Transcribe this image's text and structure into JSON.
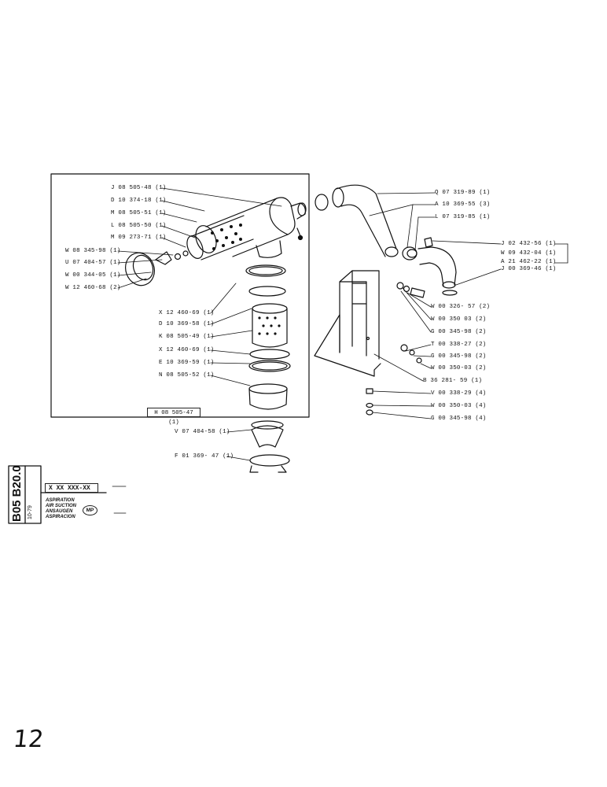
{
  "sheet": {
    "code_vertical": "B05 B20.0",
    "date_vertical": "10-79",
    "part_code": "X XX XXX-XX",
    "names": [
      "ASPIRATION",
      "AIR SUCTION",
      "ANSAUGEN",
      "ASPIRACION"
    ],
    "mp_badge": "MP",
    "page_number_handwritten": "12"
  },
  "assembly": {
    "ref": "H 08 505-47 (1)"
  },
  "labels_left": [
    {
      "id": "J08505-48",
      "text": "J 08 505-48 (1)"
    },
    {
      "id": "D10374-18",
      "text": "D 10 374-18 (1)"
    },
    {
      "id": "M08505-51",
      "text": "M 08 505-51 (1)"
    },
    {
      "id": "L08505-50",
      "text": "L 08 505-50 (1)"
    },
    {
      "id": "M09273-71",
      "text": "M 09 273-71 (1)"
    },
    {
      "id": "W08345-98",
      "text": "W 08 345-98 (1)"
    },
    {
      "id": "U07404-57",
      "text": "U 07 404-57 (1)"
    },
    {
      "id": "W00344-05",
      "text": "W 00 344-05 (1)"
    },
    {
      "id": "W12460-68",
      "text": "W 12 460-68 (2)"
    },
    {
      "id": "X12460-69a",
      "text": "X 12 460-69 (1)"
    },
    {
      "id": "D10369-58",
      "text": "D 10 369-58 (1)"
    },
    {
      "id": "K08505-49",
      "text": "K 08 505-49 (1)"
    },
    {
      "id": "X12460-69b",
      "text": "X 12 460-69 (1)"
    },
    {
      "id": "E10369-59",
      "text": "E 10 369-59 (1)"
    },
    {
      "id": "N08505-52",
      "text": "N 08 505-52 (1)"
    },
    {
      "id": "V07404-58",
      "text": "V 07 404-58 (1)"
    },
    {
      "id": "F01369-47",
      "text": "F 01 369- 47 (1)"
    }
  ],
  "labels_right": [
    {
      "id": "Q07319-89",
      "text": "Q 07 319-89 (1)"
    },
    {
      "id": "A10369-55",
      "text": "A 10 369-55 (3)"
    },
    {
      "id": "L07319-85",
      "text": "L 07 319-85 (1)"
    },
    {
      "id": "J02432-56",
      "text": "J 02 432-56 (1)"
    },
    {
      "id": "W09432-04",
      "text": "W 09 432-04 (1)"
    },
    {
      "id": "A21462-22",
      "text": "A 21 462-22 (1)"
    },
    {
      "id": "J00369-46",
      "text": "J 00 369-46 (1)"
    },
    {
      "id": "W00326-57",
      "text": "W 00 326- 57 (2)"
    },
    {
      "id": "W00350-03a",
      "text": "W 00 350 03 (2)"
    },
    {
      "id": "G00345-98a",
      "text": "G 00 345-98 (2)"
    },
    {
      "id": "T00338-27",
      "text": "T 00 338-27 (2)"
    },
    {
      "id": "G00345-98b",
      "text": "G 00 345-98 (2)"
    },
    {
      "id": "W00350-03b",
      "text": "W 00 350-03 (2)"
    },
    {
      "id": "B36281-59",
      "text": "B 36 281- 59 (1)"
    },
    {
      "id": "V00338-29",
      "text": "V 00 338-29 (4)"
    },
    {
      "id": "W00350-03c",
      "text": "W 00 350-03 (4)"
    },
    {
      "id": "G00345-98c",
      "text": "G 00 345-98 (4)"
    }
  ]
}
